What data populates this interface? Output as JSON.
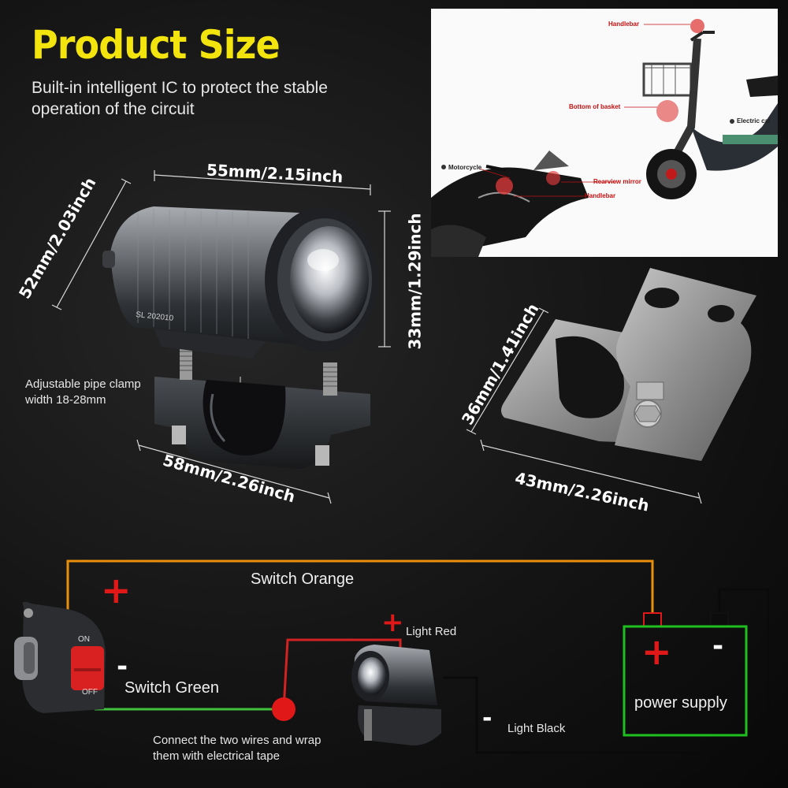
{
  "header": {
    "title": "Product Size",
    "subtitle": "Built-in intelligent IC to protect the stable operation of the circuit"
  },
  "dimensions": {
    "light_width": "55mm/2.15inch",
    "light_depth": "52mm/2.03inch",
    "lens_height": "33mm/1.29inch",
    "clamp_width": "58mm/2.26inch",
    "bracket_height": "36mm/1.41inch",
    "bracket_width": "43mm/2.26inch"
  },
  "notes": {
    "clamp": "Adjustable pipe clamp width 18-28mm",
    "light_engraving": "SL 202010"
  },
  "mount_photo": {
    "labels": {
      "handlebar_top": "Handlebar",
      "basket": "Bottom of basket",
      "electric_car": "Electric car",
      "motorcycle": "Motorcycle",
      "mirror": "Rearview mirror",
      "handlebar_bottom": "Handlebar"
    }
  },
  "wiring": {
    "switch_orange": "Switch Orange",
    "switch_green": "Switch Green",
    "light_red": "Light Red",
    "light_black": "Light Black",
    "power_supply": "power supply",
    "connect_note": "Connect the two wires and wrap them with electrical tape",
    "switch_on": "ON",
    "switch_off": "OFF",
    "plus": "+",
    "minus": "-",
    "colors": {
      "orange": "#e8900c",
      "green": "#3fc23f",
      "red": "#d42222",
      "black": "#0a0a0a",
      "power_box": "#1fbf1f",
      "title_yellow": "#f2e40c"
    }
  }
}
